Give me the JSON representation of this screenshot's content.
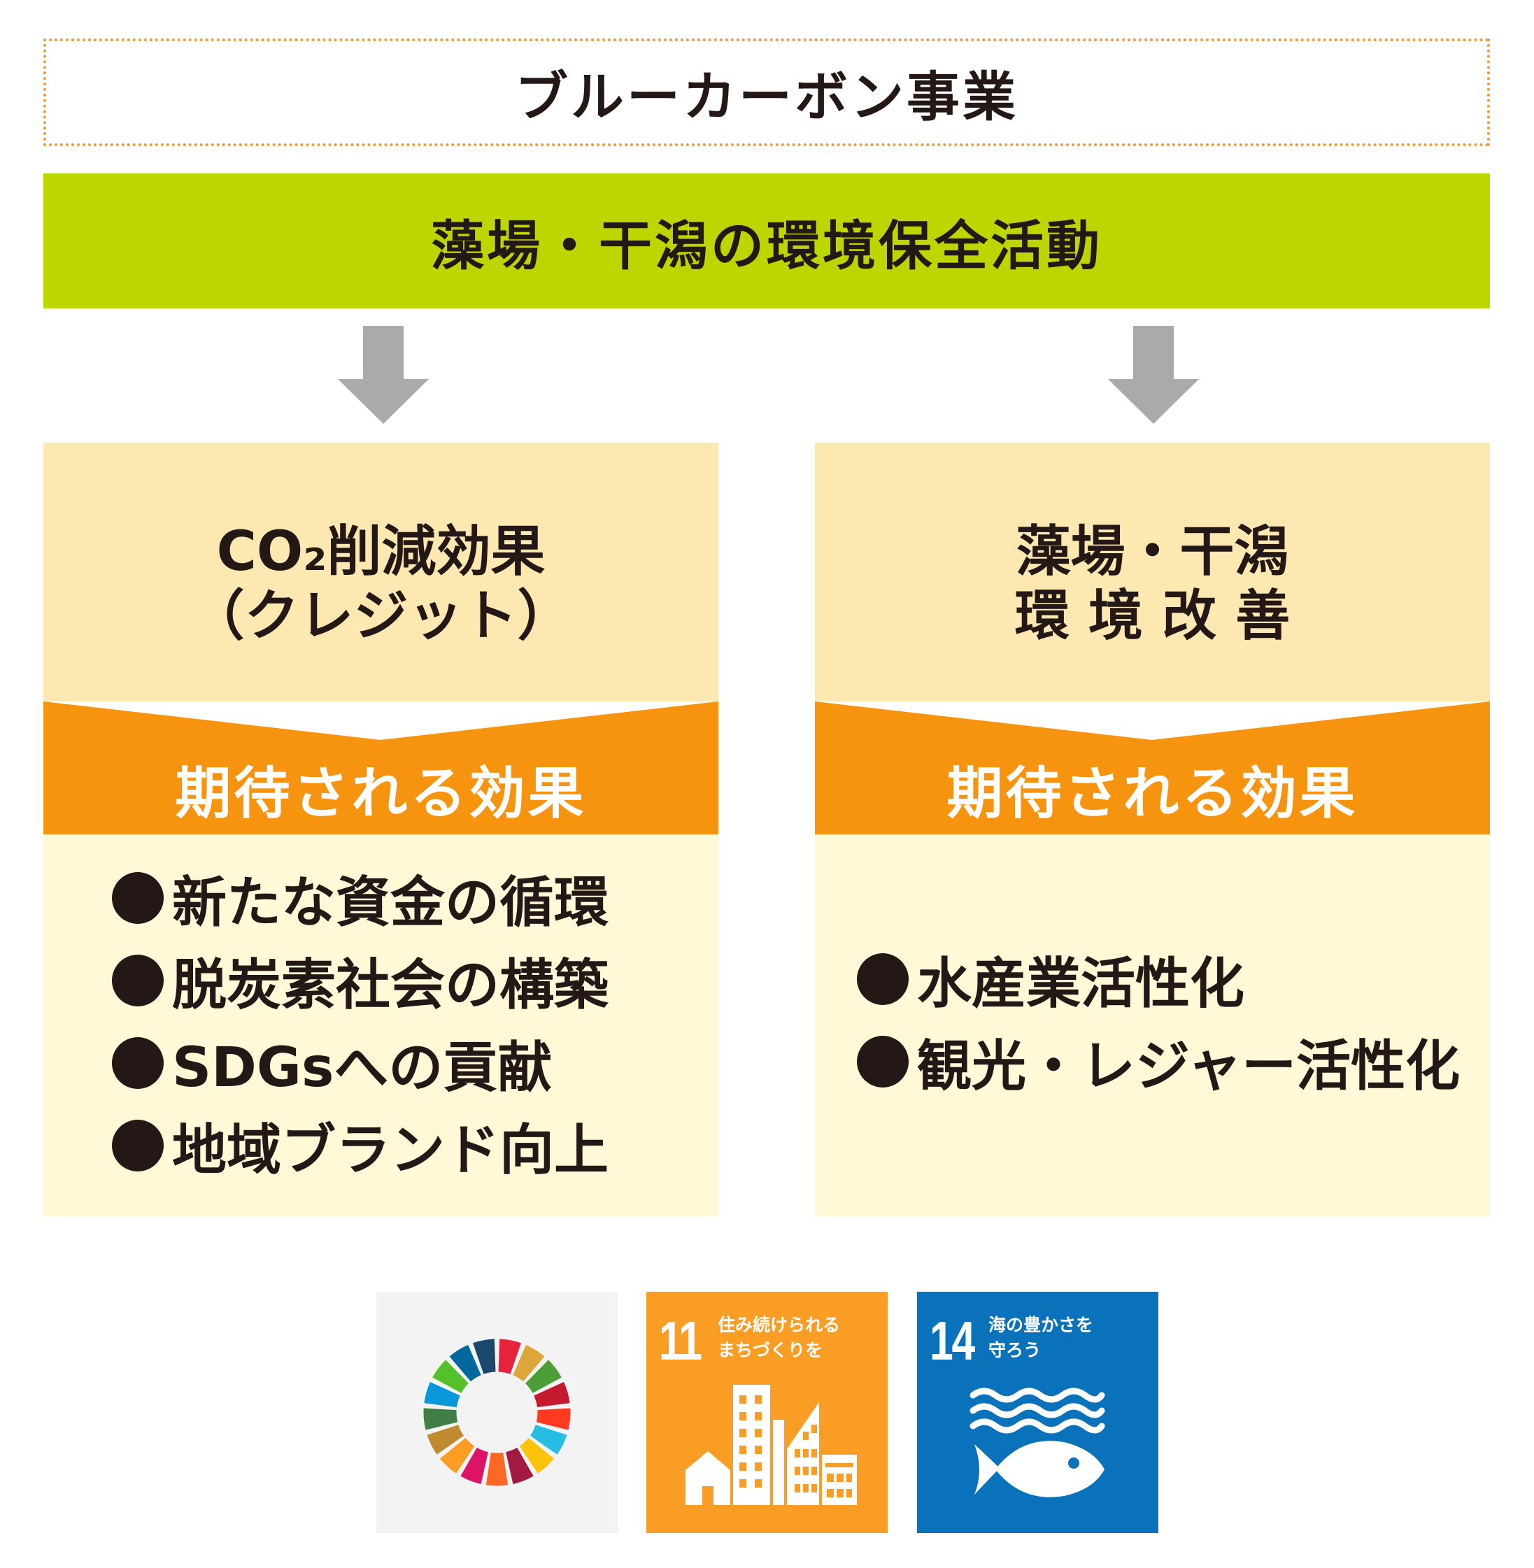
{
  "title": "ブルーカーボン事業",
  "activity": "藻場・干潟の環境保全活動",
  "columns": [
    {
      "heading_lines": [
        "CO₂削減効果",
        "（クレジット）"
      ],
      "effects_label": "期待される効果",
      "items": [
        "新たな資金の循環",
        "脱炭素社会の構築",
        "SDGsへの貢献",
        "地域ブランド向上"
      ]
    },
    {
      "heading_lines": [
        "藻場・干潟",
        "環 境 改 善"
      ],
      "effects_label": "期待される効果",
      "items": [
        "水産業活性化",
        "観光・レジャー活性化"
      ]
    }
  ],
  "sdg_tiles": [
    {
      "icon": "sdg-wheel-icon",
      "color": "#f4f3f4"
    },
    {
      "number": "11",
      "title_lines": [
        "住み続けられる",
        "まちづくりを"
      ],
      "icon": "city-icon",
      "color": "#f99d25"
    },
    {
      "number": "14",
      "title_lines": [
        "海の豊かさを",
        "守ろう"
      ],
      "icon": "fish-waves-icon",
      "color": "#0a72ba"
    }
  ],
  "colors": {
    "title_border": "#ee9a3a",
    "activity_bg": "#bcd600",
    "arrow": "#aaaaaa",
    "heading_bg": "#fde8b2",
    "band": "#f7940f",
    "list_bg": "#fff9d8"
  }
}
